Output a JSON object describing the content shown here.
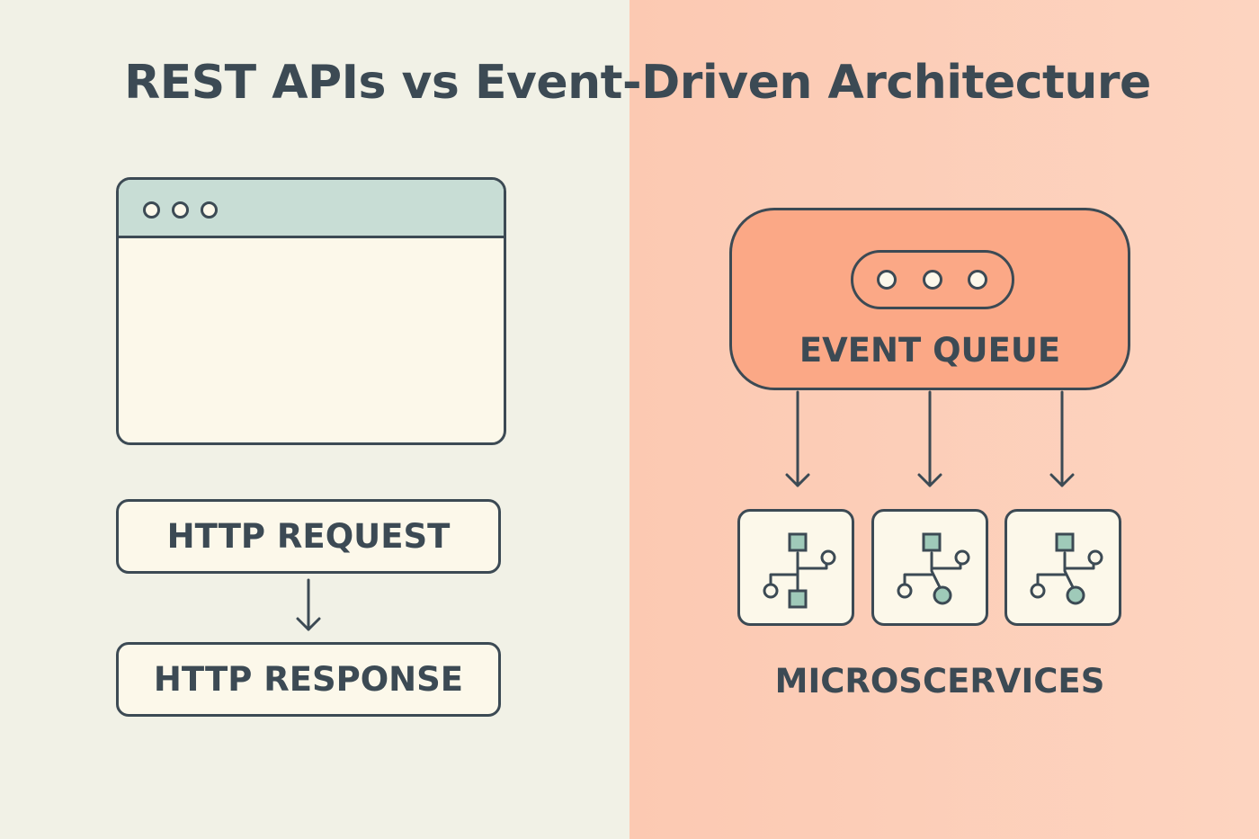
{
  "title": "REST APIs vs Event-Driven Architecture",
  "rest": {
    "request_label": "HTTP REQUEST",
    "response_label": "HTTP RESPONSE"
  },
  "event_driven": {
    "queue_label": "EVENT QUEUE",
    "services_label": "MICROSCERVICES",
    "service_count": 3
  },
  "colors": {
    "left_bg": "#f1f1e6",
    "right_bg": "#fcc9b2",
    "queue_fill": "#fba886",
    "outline": "#3c4a54",
    "box_fill": "#fcf8ea",
    "browser_bar": "#c8ddd5",
    "node_fill": "#9fcab9"
  },
  "icons": [
    "window-dots-icon",
    "arrow-down-icon",
    "microservice-graph-icon"
  ]
}
